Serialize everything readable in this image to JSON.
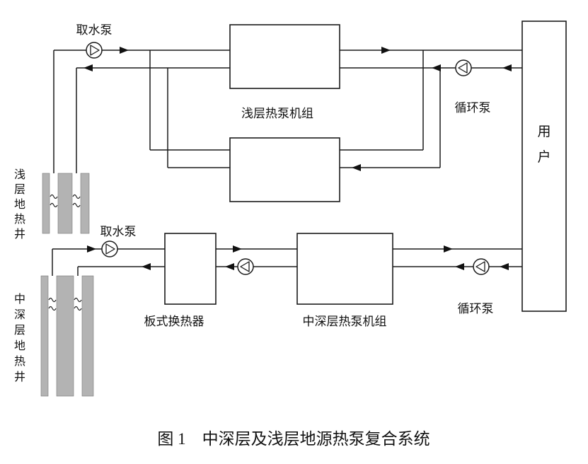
{
  "figure": {
    "caption": "图 1　中深层及浅层地源热泵复合系统"
  },
  "labels": {
    "intake_pump_top": "取水泵",
    "intake_pump_bottom": "取水泵",
    "shallow_unit": "浅层热泵机组",
    "deep_unit": "中深层热泵机组",
    "plate_hx": "板式换热器",
    "circ_pump_top": "循环泵",
    "circ_pump_bottom": "循环泵",
    "user_chars": [
      "用",
      "户"
    ],
    "shallow_well_chars": [
      "浅",
      "层",
      "地",
      "热",
      "井"
    ],
    "deep_well_chars": [
      "中",
      "深",
      "层",
      "地",
      "热",
      "井"
    ]
  },
  "icons": {
    "pump": "circle-with-triangle",
    "flow_arrow": "solid-triangle",
    "water_wave": "double-tilde"
  },
  "colors": {
    "line": "#1a1a1a",
    "well_fill": "#b3b3b3",
    "background": "#ffffff",
    "text": "#111111"
  }
}
